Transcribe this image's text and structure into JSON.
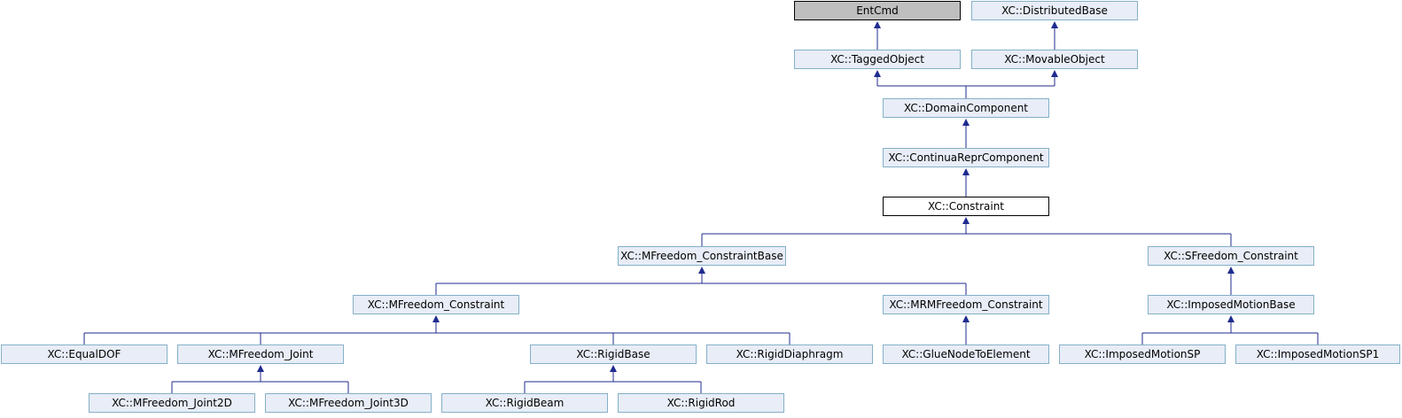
{
  "nodes": {
    "entcmd": "EntCmd",
    "distributed_base": "XC::DistributedBase",
    "tagged_object": "XC::TaggedObject",
    "movable_object": "XC::MovableObject",
    "domain_component": "XC::DomainComponent",
    "continua_repr_component": "XC::ContinuaReprComponent",
    "constraint": "XC::Constraint",
    "mfreedom_constraint_base": "XC::MFreedom_ConstraintBase",
    "sfreedom_constraint": "XC::SFreedom_Constraint",
    "mfreedom_constraint": "XC::MFreedom_Constraint",
    "mrmfreedom_constraint": "XC::MRMFreedom_Constraint",
    "imposed_motion_base": "XC::ImposedMotionBase",
    "equal_dof": "XC::EqualDOF",
    "mfreedom_joint": "XC::MFreedom_Joint",
    "rigid_base": "XC::RigidBase",
    "rigid_diaphragm": "XC::RigidDiaphragm",
    "glue_node_to_element": "XC::GlueNodeToElement",
    "imposed_motion_sp": "XC::ImposedMotionSP",
    "imposed_motion_sp1": "XC::ImposedMotionSP1",
    "mfreedom_joint_2d": "XC::MFreedom_Joint2D",
    "mfreedom_joint_3d": "XC::MFreedom_Joint3D",
    "rigid_beam": "XC::RigidBeam",
    "rigid_rod": "XC::RigidRod"
  },
  "colors": {
    "edge": "#1f2b8f",
    "node_fill": "#e8edf7",
    "node_border": "#84b0c7"
  }
}
